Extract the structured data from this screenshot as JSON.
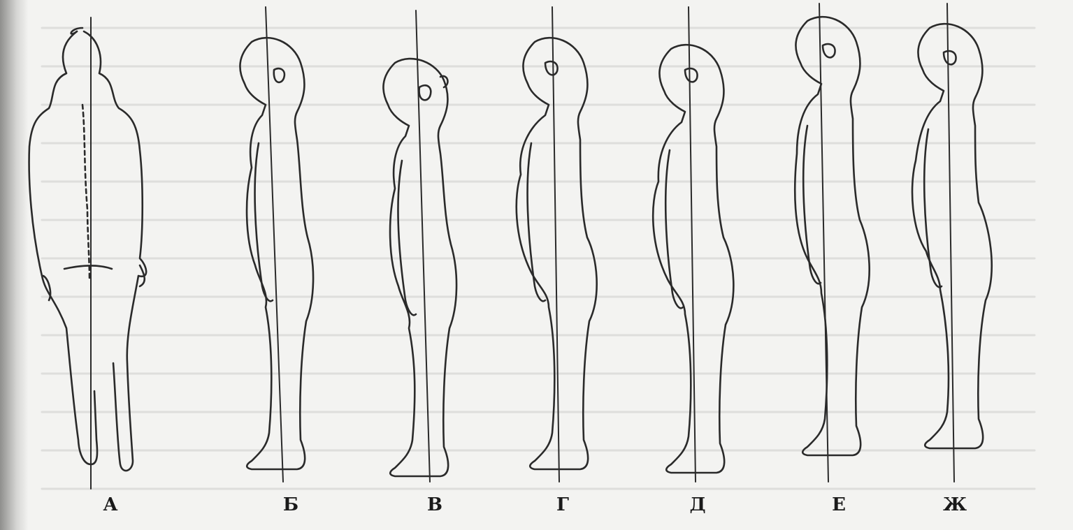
{
  "fragment_text": "",
  "banner_text": "",
  "figures": [
    {
      "label": "А"
    },
    {
      "label": "Б"
    },
    {
      "label": "В"
    },
    {
      "label": "Г"
    },
    {
      "label": "Д"
    },
    {
      "label": "Е"
    },
    {
      "label": "Ж"
    }
  ],
  "colors": {
    "paper": "#f2f2f0",
    "left_band": "#9a9a98",
    "ink": "#2a2a2a",
    "text_ghost": "#d8d8d6"
  }
}
